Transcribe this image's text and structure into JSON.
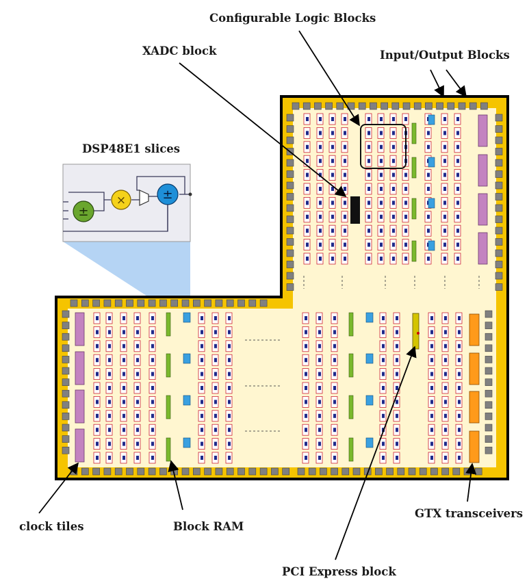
{
  "labels": {
    "clb": "Configurable Logic Blocks",
    "xadc": "XADC block",
    "io": "Input/Output Blocks",
    "dsp": "DSP48E1 slices",
    "clock": "clock tiles",
    "bram": "Block RAM",
    "gtx": "GTX transceivers",
    "pcie": "PCI Express block"
  },
  "colors": {
    "border": "#f5c400",
    "die": "#fff6d0",
    "io_pad": "#808080",
    "clb_red": "#cc2233",
    "clb_blue": "#1f2a8a",
    "clock_tile": "#c383c0",
    "bram": "#7ab92d",
    "dsp": "#3aa0e0",
    "gtx": "#ff9a1a",
    "xadc": "#111111",
    "pcie": "#d4c400",
    "zoom_beam": "#a8cdf2",
    "arrow": "#000000"
  },
  "dsp_diagram": {
    "icons": [
      "adder-icon",
      "multiplier-icon",
      "mux-icon",
      "accumulator-icon"
    ]
  }
}
